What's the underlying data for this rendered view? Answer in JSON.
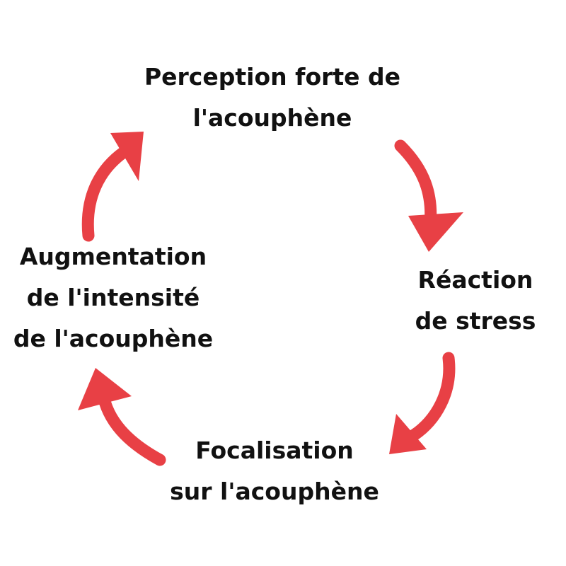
{
  "colors": {
    "arrow": "#E84045",
    "text": "#111111"
  },
  "nodes": [
    {
      "id": "perception",
      "lines": [
        "Perception forte de",
        "l'acouphène"
      ]
    },
    {
      "id": "stress",
      "lines": [
        "Réaction",
        "de stress"
      ]
    },
    {
      "id": "focalisation",
      "lines": [
        "Focalisation",
        "sur l'acouphène"
      ]
    },
    {
      "id": "augmentation",
      "lines": [
        "Augmentation",
        "de l'intensité",
        "de l'acouphène"
      ]
    }
  ],
  "edges": [
    {
      "from": "perception",
      "to": "stress"
    },
    {
      "from": "stress",
      "to": "focalisation"
    },
    {
      "from": "focalisation",
      "to": "augmentation"
    },
    {
      "from": "augmentation",
      "to": "perception"
    }
  ]
}
